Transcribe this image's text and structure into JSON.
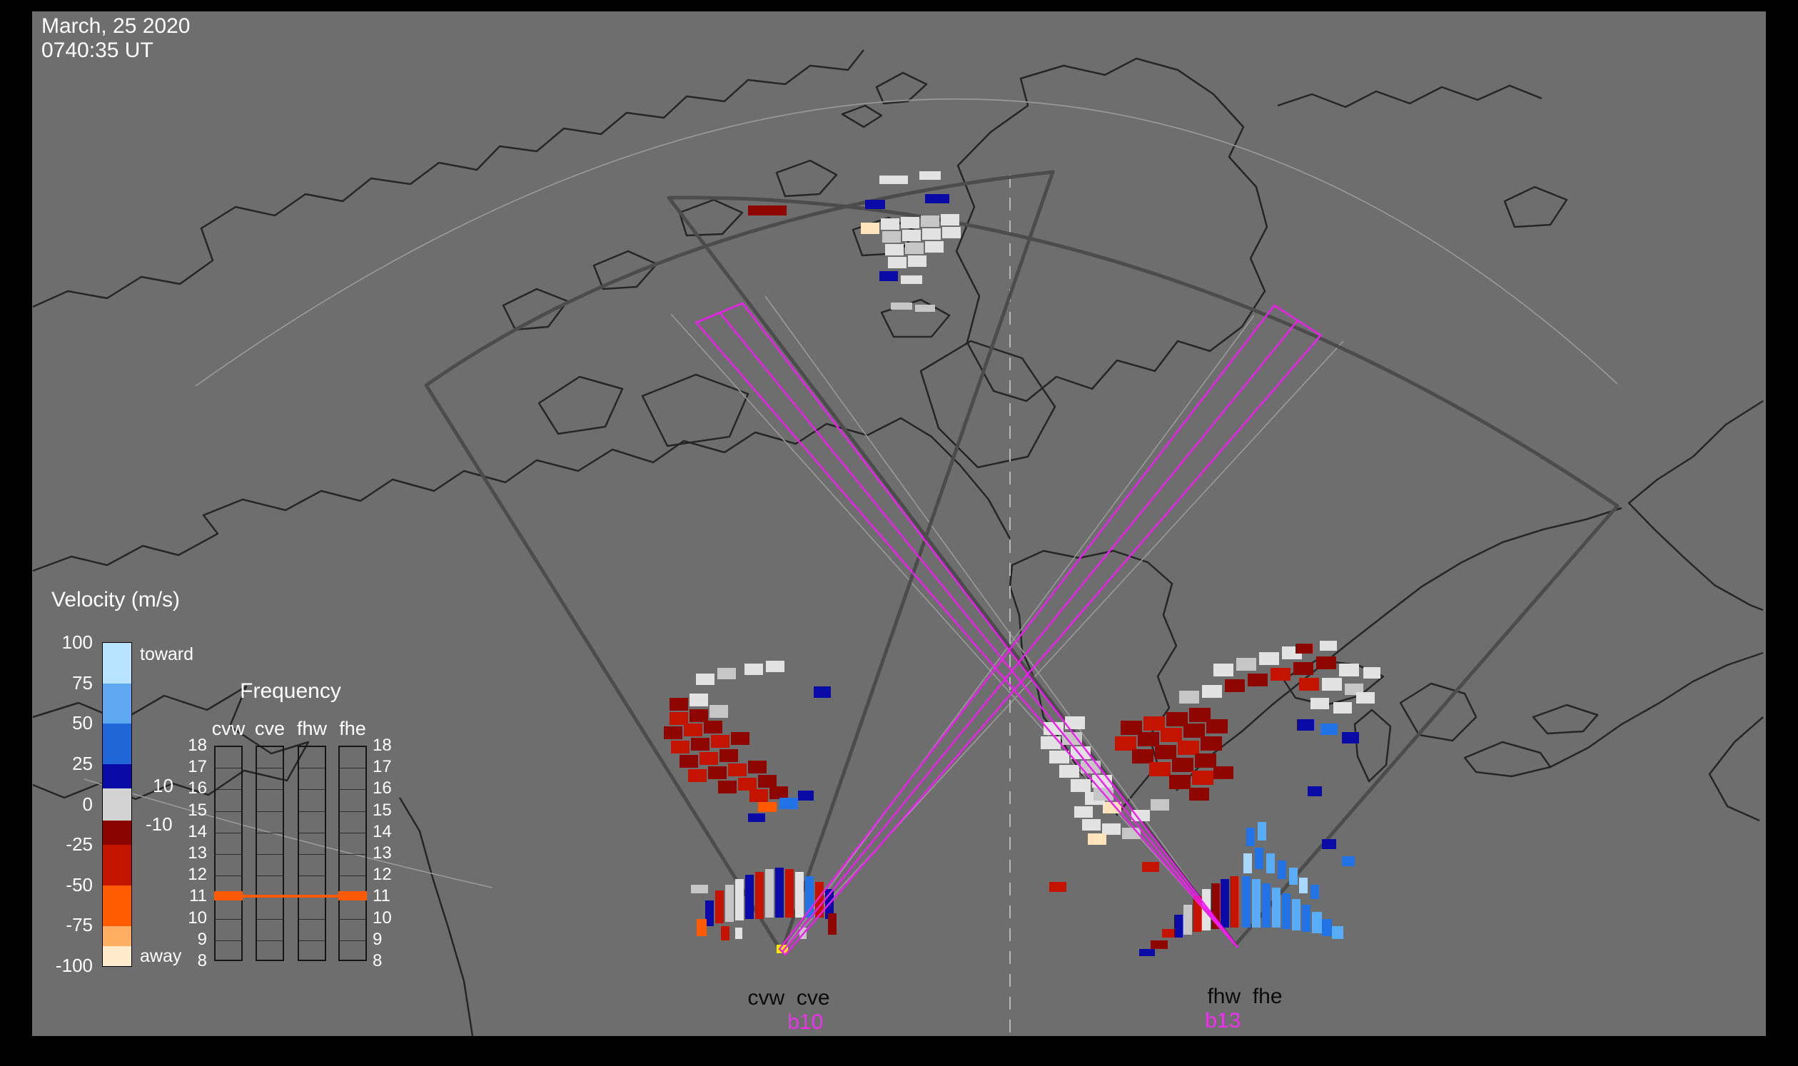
{
  "titles": {
    "date": "March, 25 2020",
    "time": "0740:35 UT"
  },
  "velocity_legend": {
    "title": "Velocity (m/s)",
    "toward": "toward",
    "away": "away",
    "ticks": [
      "100",
      "75",
      "50",
      "25",
      "0",
      "-25",
      "-50",
      "-75",
      "-100"
    ],
    "gs_labels": {
      "upper": "10",
      "lower": "-10"
    },
    "segments": [
      {
        "h": 57,
        "color": "#b9e4ff"
      },
      {
        "h": 56,
        "color": "#5fa8f2"
      },
      {
        "h": 57,
        "color": "#2166d8"
      },
      {
        "h": 34,
        "color": "#0a0aa6"
      },
      {
        "h": 45,
        "color": "#d3d3d3"
      },
      {
        "h": 34,
        "color": "#8a0400"
      },
      {
        "h": 57,
        "color": "#c31400"
      },
      {
        "h": 57,
        "color": "#ff5a00"
      },
      {
        "h": 28,
        "color": "#ffae62"
      },
      {
        "h": 28,
        "color": "#ffeacc"
      }
    ]
  },
  "frequency_panel": {
    "title": "Frequency",
    "columns": [
      "cvw",
      "cve",
      "fhw",
      "fhe"
    ],
    "row_labels": [
      "18",
      "17",
      "16",
      "15",
      "14",
      "13",
      "12",
      "11",
      "10",
      "9",
      "8"
    ],
    "mark_row_value": "11",
    "mark_color": "#ff5a00",
    "marks": [
      {
        "col": 0,
        "thick": true
      },
      {
        "col": 1,
        "thick": false
      },
      {
        "col": 2,
        "thick": false
      },
      {
        "col": 3,
        "thick": true
      }
    ]
  },
  "site_labels": {
    "left": {
      "radars": "cvw  cve",
      "beam": "b10"
    },
    "right": {
      "radars": "fhw  fhe",
      "beam": "b13"
    }
  },
  "colors": {
    "background": "#000000",
    "map_gray": "#6e6e6e",
    "coastline": "#262626",
    "fov_outline": "#4c4c4c",
    "beam_magenta": "#f01df0",
    "label_magenta": "#f32df3",
    "freq_mark_orange": "#ff5a00"
  },
  "map": {
    "palette": {
      "W": "#e2e2e2",
      "G": "#c6c6c6",
      "N": "#0a0aa6",
      "B": "#2273e6",
      "LB": "#58acf8",
      "PB": "#a9d7ff",
      "DR": "#8f0500",
      "R": "#c41400",
      "O": "#ff5a00",
      "C": "#ffe4bb",
      "Y": "#ffec00"
    },
    "cells": [
      [
        1232,
        246,
        40,
        12,
        "W"
      ],
      [
        1288,
        240,
        30,
        12,
        "W"
      ],
      [
        1212,
        280,
        28,
        13,
        "N"
      ],
      [
        1296,
        272,
        34,
        13,
        "N"
      ],
      [
        1206,
        312,
        26,
        16,
        "C"
      ],
      [
        1234,
        306,
        26,
        16,
        "W"
      ],
      [
        1262,
        304,
        26,
        16,
        "W"
      ],
      [
        1290,
        302,
        26,
        16,
        "G"
      ],
      [
        1318,
        300,
        26,
        16,
        "W"
      ],
      [
        1236,
        324,
        26,
        16,
        "G"
      ],
      [
        1264,
        322,
        26,
        16,
        "W"
      ],
      [
        1292,
        320,
        26,
        16,
        "W"
      ],
      [
        1320,
        318,
        26,
        16,
        "W"
      ],
      [
        1240,
        342,
        26,
        16,
        "W"
      ],
      [
        1268,
        340,
        26,
        16,
        "G"
      ],
      [
        1296,
        338,
        26,
        16,
        "W"
      ],
      [
        1244,
        360,
        26,
        16,
        "W"
      ],
      [
        1272,
        358,
        26,
        16,
        "W"
      ],
      [
        1232,
        380,
        26,
        14,
        "N"
      ],
      [
        1262,
        386,
        30,
        12,
        "W"
      ],
      [
        1248,
        424,
        30,
        10,
        "G"
      ],
      [
        1282,
        427,
        28,
        10,
        "G"
      ],
      [
        1048,
        288,
        54,
        14,
        "DR"
      ],
      [
        975,
        944,
        26,
        16,
        "W"
      ],
      [
        1005,
        936,
        26,
        16,
        "G"
      ],
      [
        1043,
        930,
        26,
        16,
        "W"
      ],
      [
        1073,
        926,
        26,
        16,
        "W"
      ],
      [
        1140,
        962,
        24,
        16,
        "N"
      ],
      [
        938,
        978,
        26,
        18,
        "DR"
      ],
      [
        966,
        972,
        26,
        18,
        "W"
      ],
      [
        938,
        998,
        26,
        18,
        "R"
      ],
      [
        966,
        994,
        26,
        18,
        "DR"
      ],
      [
        994,
        988,
        26,
        18,
        "G"
      ],
      [
        930,
        1018,
        26,
        18,
        "DR"
      ],
      [
        958,
        1014,
        26,
        18,
        "R"
      ],
      [
        986,
        1010,
        26,
        18,
        "DR"
      ],
      [
        940,
        1038,
        26,
        18,
        "R"
      ],
      [
        968,
        1034,
        26,
        18,
        "DR"
      ],
      [
        996,
        1030,
        26,
        18,
        "R"
      ],
      [
        1024,
        1026,
        26,
        18,
        "DR"
      ],
      [
        952,
        1058,
        26,
        18,
        "DR"
      ],
      [
        980,
        1054,
        26,
        18,
        "R"
      ],
      [
        1008,
        1050,
        26,
        18,
        "DR"
      ],
      [
        964,
        1078,
        26,
        18,
        "R"
      ],
      [
        992,
        1074,
        26,
        18,
        "DR"
      ],
      [
        1020,
        1070,
        26,
        18,
        "R"
      ],
      [
        1048,
        1066,
        26,
        18,
        "DR"
      ],
      [
        1006,
        1094,
        26,
        18,
        "DR"
      ],
      [
        1034,
        1090,
        26,
        18,
        "R"
      ],
      [
        1062,
        1086,
        26,
        18,
        "DR"
      ],
      [
        1050,
        1106,
        26,
        18,
        "R"
      ],
      [
        1078,
        1102,
        26,
        18,
        "DR"
      ],
      [
        1092,
        1118,
        26,
        16,
        "B"
      ],
      [
        1062,
        1124,
        26,
        14,
        "O"
      ],
      [
        1118,
        1108,
        22,
        14,
        "N"
      ],
      [
        1048,
        1140,
        24,
        12,
        "N"
      ],
      [
        968,
        1240,
        24,
        12,
        "G"
      ],
      [
        988,
        1262,
        12,
        36,
        "N"
      ],
      [
        1002,
        1248,
        12,
        46,
        "R"
      ],
      [
        1016,
        1240,
        12,
        52,
        "G"
      ],
      [
        1030,
        1232,
        12,
        58,
        "W"
      ],
      [
        1044,
        1226,
        12,
        62,
        "N"
      ],
      [
        1058,
        1222,
        12,
        66,
        "R"
      ],
      [
        1072,
        1218,
        12,
        68,
        "G"
      ],
      [
        1086,
        1216,
        12,
        70,
        "N"
      ],
      [
        1100,
        1218,
        12,
        68,
        "R"
      ],
      [
        1114,
        1222,
        12,
        64,
        "W"
      ],
      [
        1128,
        1228,
        12,
        58,
        "B"
      ],
      [
        1142,
        1236,
        12,
        50,
        "R"
      ],
      [
        1156,
        1246,
        12,
        42,
        "N"
      ],
      [
        976,
        1288,
        14,
        24,
        "O"
      ],
      [
        1010,
        1298,
        12,
        20,
        "R"
      ],
      [
        1160,
        1280,
        12,
        30,
        "DR"
      ],
      [
        1030,
        1300,
        10,
        16,
        "W"
      ],
      [
        1120,
        1300,
        10,
        16,
        "G"
      ],
      [
        1088,
        1324,
        16,
        12,
        "Y"
      ],
      [
        1462,
        1012,
        28,
        18,
        "W"
      ],
      [
        1492,
        1004,
        28,
        18,
        "W"
      ],
      [
        1458,
        1032,
        28,
        18,
        "W"
      ],
      [
        1488,
        1026,
        28,
        18,
        "G"
      ],
      [
        1470,
        1052,
        28,
        18,
        "W"
      ],
      [
        1500,
        1046,
        28,
        18,
        "W"
      ],
      [
        1484,
        1072,
        28,
        18,
        "W"
      ],
      [
        1514,
        1066,
        28,
        18,
        "G"
      ],
      [
        1500,
        1092,
        28,
        18,
        "W"
      ],
      [
        1530,
        1086,
        28,
        18,
        "W"
      ],
      [
        1520,
        1110,
        28,
        18,
        "W"
      ],
      [
        1532,
        1104,
        28,
        18,
        "G"
      ],
      [
        1545,
        1124,
        26,
        16,
        "C"
      ],
      [
        1505,
        1130,
        26,
        16,
        "W"
      ],
      [
        1570,
        1010,
        30,
        20,
        "DR"
      ],
      [
        1602,
        1004,
        30,
        20,
        "R"
      ],
      [
        1634,
        998,
        30,
        20,
        "DR"
      ],
      [
        1666,
        992,
        30,
        20,
        "DR"
      ],
      [
        1562,
        1032,
        30,
        20,
        "R"
      ],
      [
        1594,
        1026,
        30,
        20,
        "DR"
      ],
      [
        1626,
        1020,
        30,
        20,
        "R"
      ],
      [
        1658,
        1014,
        30,
        20,
        "DR"
      ],
      [
        1690,
        1008,
        30,
        20,
        "DR"
      ],
      [
        1586,
        1050,
        30,
        20,
        "DR"
      ],
      [
        1618,
        1044,
        30,
        20,
        "DR"
      ],
      [
        1650,
        1038,
        30,
        20,
        "R"
      ],
      [
        1682,
        1032,
        30,
        20,
        "DR"
      ],
      [
        1610,
        1068,
        30,
        20,
        "R"
      ],
      [
        1642,
        1062,
        30,
        20,
        "DR"
      ],
      [
        1674,
        1056,
        30,
        20,
        "DR"
      ],
      [
        1638,
        1086,
        30,
        20,
        "DR"
      ],
      [
        1670,
        1080,
        30,
        20,
        "R"
      ],
      [
        1700,
        1074,
        28,
        18,
        "DR"
      ],
      [
        1666,
        1104,
        28,
        18,
        "DR"
      ],
      [
        1652,
        968,
        28,
        18,
        "G"
      ],
      [
        1684,
        960,
        28,
        18,
        "W"
      ],
      [
        1716,
        952,
        28,
        18,
        "DR"
      ],
      [
        1748,
        944,
        28,
        18,
        "DR"
      ],
      [
        1780,
        936,
        28,
        18,
        "R"
      ],
      [
        1812,
        928,
        28,
        18,
        "DR"
      ],
      [
        1700,
        930,
        28,
        18,
        "W"
      ],
      [
        1732,
        922,
        28,
        18,
        "G"
      ],
      [
        1764,
        914,
        28,
        18,
        "W"
      ],
      [
        1796,
        906,
        28,
        18,
        "W"
      ],
      [
        1844,
        920,
        28,
        18,
        "DR"
      ],
      [
        1876,
        930,
        28,
        18,
        "W"
      ],
      [
        1852,
        950,
        28,
        18,
        "W"
      ],
      [
        1884,
        958,
        26,
        16,
        "G"
      ],
      [
        1820,
        950,
        28,
        18,
        "R"
      ],
      [
        1836,
        978,
        26,
        16,
        "W"
      ],
      [
        1868,
        984,
        26,
        16,
        "W"
      ],
      [
        1900,
        970,
        26,
        16,
        "W"
      ],
      [
        1910,
        935,
        24,
        16,
        "W"
      ],
      [
        1815,
        902,
        24,
        14,
        "DR"
      ],
      [
        1849,
        898,
        24,
        14,
        "W"
      ],
      [
        1817,
        1008,
        24,
        16,
        "N"
      ],
      [
        1850,
        1014,
        24,
        16,
        "B"
      ],
      [
        1880,
        1026,
        24,
        16,
        "N"
      ],
      [
        1832,
        1102,
        20,
        14,
        "N"
      ],
      [
        1585,
        1135,
        26,
        16,
        "W"
      ],
      [
        1612,
        1120,
        26,
        16,
        "G"
      ],
      [
        1516,
        1148,
        26,
        16,
        "W"
      ],
      [
        1544,
        1154,
        26,
        16,
        "W"
      ],
      [
        1572,
        1160,
        26,
        16,
        "G"
      ],
      [
        1524,
        1168,
        26,
        16,
        "C"
      ],
      [
        1600,
        1208,
        24,
        14,
        "R"
      ],
      [
        1470,
        1236,
        24,
        14,
        "R"
      ],
      [
        1628,
        1302,
        28,
        12,
        "R"
      ],
      [
        1645,
        1282,
        12,
        32,
        "N"
      ],
      [
        1658,
        1268,
        12,
        42,
        "G"
      ],
      [
        1671,
        1256,
        12,
        50,
        "R"
      ],
      [
        1684,
        1246,
        12,
        58,
        "W"
      ],
      [
        1697,
        1238,
        12,
        64,
        "DR"
      ],
      [
        1710,
        1232,
        12,
        68,
        "N"
      ],
      [
        1723,
        1228,
        12,
        72,
        "R"
      ],
      [
        1740,
        1228,
        12,
        72,
        "B"
      ],
      [
        1754,
        1232,
        12,
        68,
        "LB"
      ],
      [
        1768,
        1238,
        12,
        62,
        "B"
      ],
      [
        1782,
        1244,
        12,
        56,
        "LB"
      ],
      [
        1796,
        1252,
        12,
        50,
        "B"
      ],
      [
        1810,
        1260,
        12,
        44,
        "LB"
      ],
      [
        1824,
        1268,
        12,
        38,
        "B"
      ],
      [
        1838,
        1278,
        14,
        30,
        "LB"
      ],
      [
        1852,
        1288,
        14,
        24,
        "B"
      ],
      [
        1866,
        1298,
        16,
        18,
        "LB"
      ],
      [
        1742,
        1196,
        12,
        28,
        "PB"
      ],
      [
        1758,
        1188,
        12,
        30,
        "B"
      ],
      [
        1774,
        1196,
        12,
        28,
        "LB"
      ],
      [
        1790,
        1206,
        12,
        26,
        "B"
      ],
      [
        1806,
        1216,
        12,
        24,
        "LB"
      ],
      [
        1745,
        1160,
        12,
        26,
        "B"
      ],
      [
        1762,
        1152,
        12,
        26,
        "LB"
      ],
      [
        1820,
        1230,
        12,
        22,
        "PB"
      ],
      [
        1835,
        1240,
        12,
        20,
        "B"
      ],
      [
        1852,
        1176,
        20,
        14,
        "N"
      ],
      [
        1880,
        1200,
        18,
        14,
        "B"
      ],
      [
        1612,
        1318,
        24,
        12,
        "DR"
      ],
      [
        1596,
        1330,
        22,
        10,
        "N"
      ]
    ]
  }
}
